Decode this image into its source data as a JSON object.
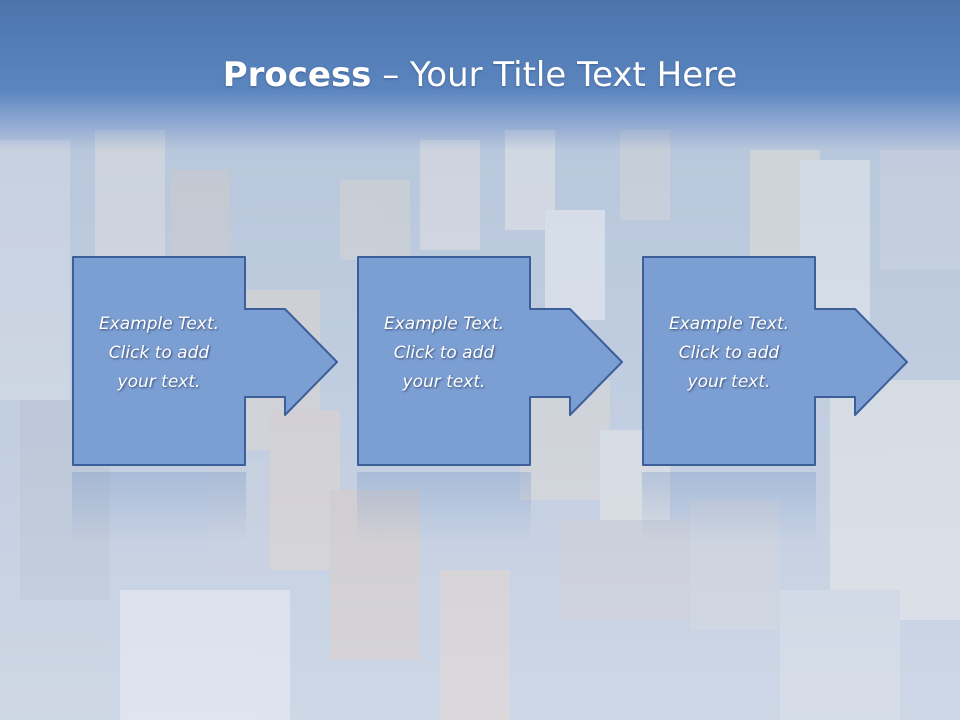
{
  "slide": {
    "title_bold": "Process",
    "title_rest": " – Your Title Text Here"
  },
  "steps": [
    {
      "lines": [
        "Example Text.",
        "Click  to add",
        "your text."
      ]
    },
    {
      "lines": [
        "Example Text.",
        "Click  to add",
        "your text."
      ]
    },
    {
      "lines": [
        "Example Text.",
        "Click  to add",
        "your text."
      ]
    }
  ],
  "colors": {
    "title_band": "#5b85bf",
    "box_fill": "#7c9fd3",
    "box_border": "#3c5f9a",
    "title_text": "#ffffff"
  }
}
